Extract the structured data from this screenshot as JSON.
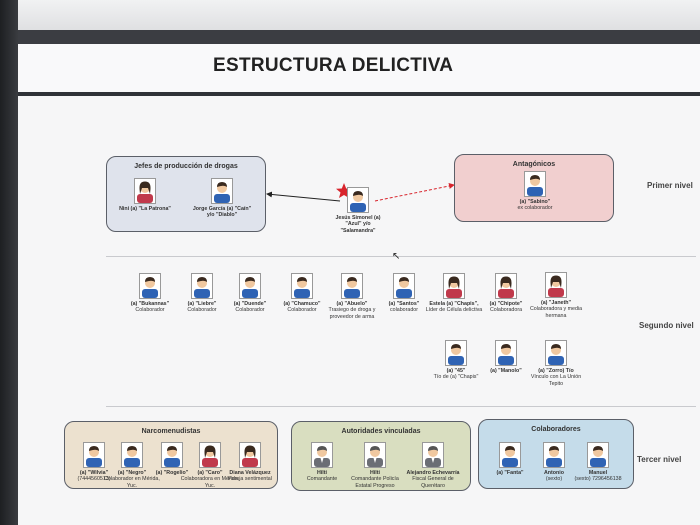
{
  "title": "ESTRUCTURA DELICTIVA",
  "levels": {
    "primer": "Primer nivel",
    "segundo": "Segundo nivel",
    "tercer": "Tercer nivel"
  },
  "groups": {
    "jefes": "Jefes de producción de drogas",
    "antagonicos": "Antagónicos",
    "narco": "Narcomenudistas",
    "autoridades": "Autoridades vinculadas",
    "colaboradores": "Colaboradores"
  },
  "people": {
    "nini": {
      "name": "Nini (a) \"La Patrona\"",
      "role": ""
    },
    "jorge": {
      "name": "Jorge García (a) \"Caín\" y/o \"Diablo\"",
      "role": ""
    },
    "jesus": {
      "name": "Jesús Simonel (a) \"Azul\" y/o \"Salamandra\"",
      "role": ""
    },
    "sabino": {
      "name": "(a) \"Sabino\"",
      "role": "ex colaborador"
    },
    "bukannas": {
      "name": "(a) \"Bukannas\"",
      "role": "Colaborador"
    },
    "liebre": {
      "name": "(a) \"Liebre\"",
      "role": "Colaborador"
    },
    "duende": {
      "name": "(a) \"Duende\"",
      "role": "Colaborador"
    },
    "chamuco": {
      "name": "(a) \"Chamuco\"",
      "role": "Colaborador"
    },
    "abuelo": {
      "name": "(a) \"Abuelo\"",
      "role": "Trasiego de droga y proveedor de arma"
    },
    "santos": {
      "name": "(a) \"Santos\"",
      "role": "colaborador"
    },
    "estela": {
      "name": "Estela (a) \"Chapis\",",
      "role": "Líder de Célula delictiva"
    },
    "chipote": {
      "name": "(a) \"Chipote\"",
      "role": "Colaboradora"
    },
    "janeth": {
      "name": "(a) \"Janeth\"",
      "role": "Colaboradora y media hermana"
    },
    "t45": {
      "name": "(a) \"45\"",
      "role": "Tío de (a) \"Chapis\""
    },
    "manolo": {
      "name": "(a) \"Manolo\"",
      "role": ""
    },
    "zorro": {
      "name": "(a) \"Zorro) Tío",
      "role": "Vínculo con La Unión Tepito"
    },
    "wilvia": {
      "name": "(a) \"Wilvia\"",
      "role": "(7444560513)"
    },
    "negro": {
      "name": "(a) \"Negro\"",
      "role": "Colaborador en Mérida, Yuc."
    },
    "rogelio": {
      "name": "(a) \"Rogelio\"",
      "role": ""
    },
    "caro": {
      "name": "(a) \"Caro\"",
      "role": "Colaboradora en Mérida, Yuc."
    },
    "diana": {
      "name": "Diana Velázquez",
      "role": "Pareja sentimental"
    },
    "auth1": {
      "name": "Hilti",
      "role": "Comandante"
    },
    "auth2": {
      "name": "Hilti",
      "role": "Comandante Policía Estatal Progreso"
    },
    "alejandro": {
      "name": "Alejandro Echevarría",
      "role": "Fiscal General de Querétaro"
    },
    "fanta": {
      "name": "(a) \"Fanta\"",
      "role": ""
    },
    "antonio": {
      "name": "Antonio",
      "role": "(sexto)"
    },
    "manuel": {
      "name": "Manuel",
      "role": "(sexto) 7296456138"
    }
  },
  "colors": {
    "jefes_panel": "#dfe3ec",
    "antagonicos_panel": "#f1cfcf",
    "narco_panel": "#ece1cf",
    "autoridades_panel": "#d9dec0",
    "colaboradores_panel": "#c5dcea",
    "male_shirt": "#2f63b4",
    "female_shirt": "#c0394b",
    "suit": "#6b6e75",
    "star": "#d8242c",
    "link_arrow": "#222222",
    "antagonist_arrow": "#d8242c"
  }
}
